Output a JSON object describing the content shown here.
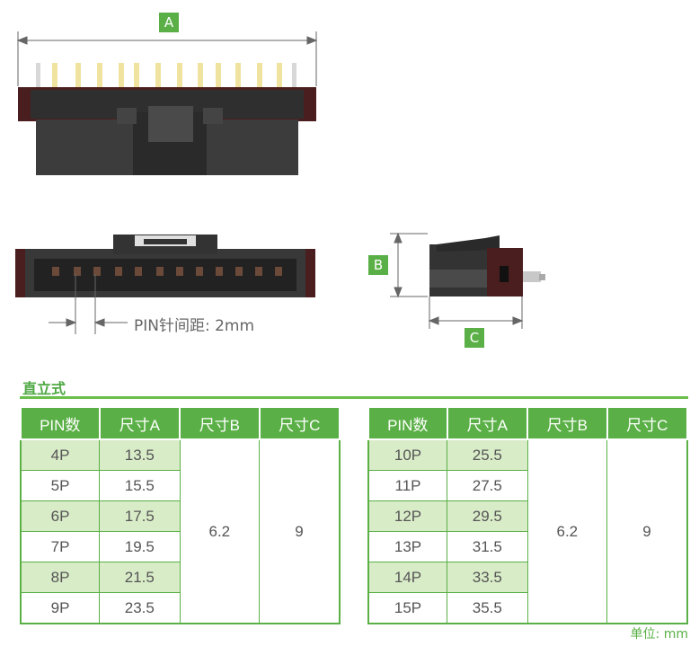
{
  "dimensions": {
    "a_label": "A",
    "b_label": "B",
    "c_label": "C",
    "pitch_label": "PIN针间距: 2mm"
  },
  "section_title": "直立式",
  "unit_label": "单位: mm",
  "colors": {
    "accent": "#5ab046",
    "row_tint": "#d9ecc8",
    "housing": "#3a3a3a",
    "flange": "#4a1e1e",
    "pin": "#f0e3a0"
  },
  "table_left": {
    "headers": [
      "PIN数",
      "尺寸A",
      "尺寸B",
      "尺寸C"
    ],
    "rows": [
      {
        "pin": "4P",
        "a": "13.5"
      },
      {
        "pin": "5P",
        "a": "15.5"
      },
      {
        "pin": "6P",
        "a": "17.5"
      },
      {
        "pin": "7P",
        "a": "19.5"
      },
      {
        "pin": "8P",
        "a": "21.5"
      },
      {
        "pin": "9P",
        "a": "23.5"
      }
    ],
    "b": "6.2",
    "c": "9"
  },
  "table_right": {
    "headers": [
      "PIN数",
      "尺寸A",
      "尺寸B",
      "尺寸C"
    ],
    "rows": [
      {
        "pin": "10P",
        "a": "25.5"
      },
      {
        "pin": "11P",
        "a": "27.5"
      },
      {
        "pin": "12P",
        "a": "29.5"
      },
      {
        "pin": "13P",
        "a": "31.5"
      },
      {
        "pin": "14P",
        "a": "33.5"
      },
      {
        "pin": "15P",
        "a": "35.5"
      }
    ],
    "b": "6.2",
    "c": "9"
  }
}
